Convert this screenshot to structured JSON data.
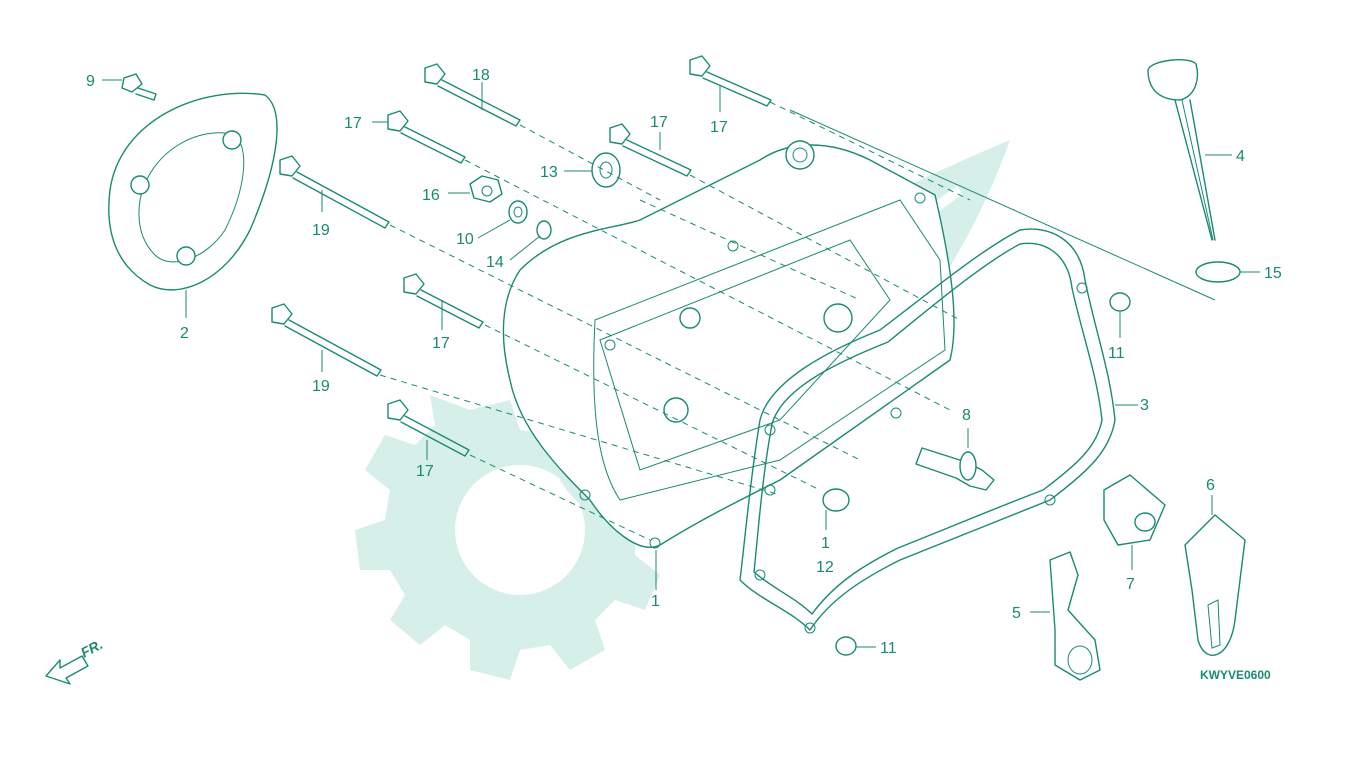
{
  "diagram": {
    "code": "KWYVE0600",
    "direction": "FR."
  },
  "callouts": {
    "c1a": "1",
    "c1b": "1",
    "c2": "2",
    "c3": "3",
    "c4": "4",
    "c5": "5",
    "c6": "6",
    "c7": "7",
    "c8": "8",
    "c9": "9",
    "c10": "10",
    "c11a": "11",
    "c11b": "11",
    "c12": "12",
    "c13": "13",
    "c14": "14",
    "c15": "15",
    "c16": "16",
    "c17a": "17",
    "c17b": "17",
    "c17c": "17",
    "c17d": "17",
    "c17e": "17",
    "c18": "18",
    "c19a": "19",
    "c19b": "19"
  },
  "colors": {
    "line": "#1a8a72",
    "watermark": "#d6efe8"
  }
}
